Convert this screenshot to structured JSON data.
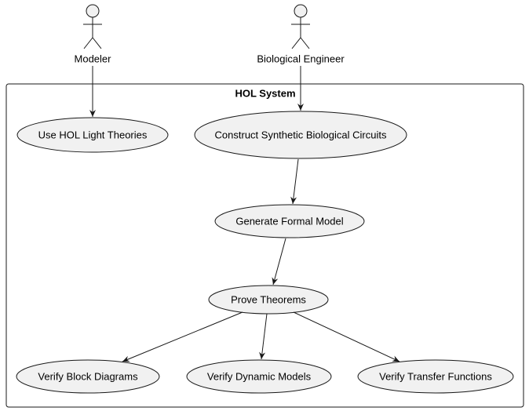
{
  "system": {
    "title": "HOL System"
  },
  "actors": [
    {
      "id": "modeler",
      "label": "Modeler"
    },
    {
      "id": "engineer",
      "label": "Biological Engineer"
    }
  ],
  "use_cases": [
    {
      "id": "hol",
      "label": "Use HOL Light Theories"
    },
    {
      "id": "construct",
      "label": "Construct Synthetic Biological Circuits"
    },
    {
      "id": "generate",
      "label": "Generate Formal Model"
    },
    {
      "id": "prove",
      "label": "Prove Theorems"
    },
    {
      "id": "block",
      "label": "Verify Block Diagrams"
    },
    {
      "id": "dynamic",
      "label": "Verify Dynamic Models"
    },
    {
      "id": "transfer",
      "label": "Verify Transfer Functions"
    }
  ],
  "relations": [
    {
      "from": "modeler",
      "to": "hol"
    },
    {
      "from": "engineer",
      "to": "construct"
    },
    {
      "from": "construct",
      "to": "generate"
    },
    {
      "from": "generate",
      "to": "prove"
    },
    {
      "from": "prove",
      "to": "block"
    },
    {
      "from": "prove",
      "to": "dynamic"
    },
    {
      "from": "prove",
      "to": "transfer"
    }
  ],
  "colors": {
    "fill": "#f1f1f1",
    "stroke": "#181818",
    "background": "#ffffff"
  }
}
